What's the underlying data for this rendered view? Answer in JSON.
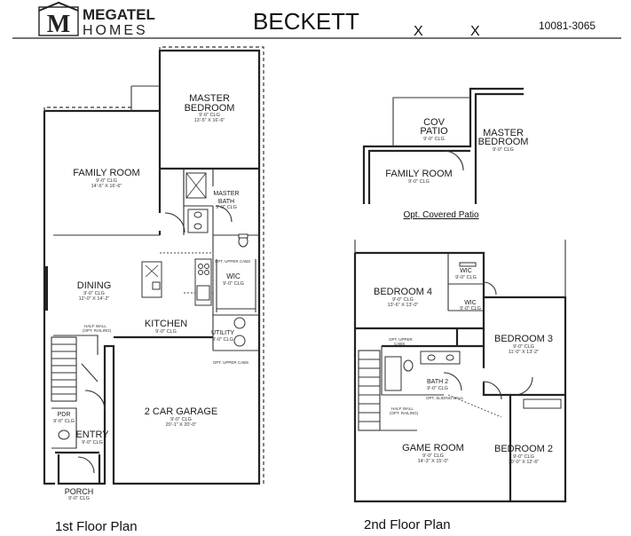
{
  "header": {
    "brand_top": "MEGATEL",
    "brand_bottom": "HOMES",
    "logo_mark": "M",
    "plan_name": "BECKETT",
    "mark_1": "X",
    "mark_2": "X",
    "plan_number": "10081-3065"
  },
  "first_floor": {
    "caption": "1st Floor Plan",
    "rooms": {
      "master_bedroom": {
        "name_1": "MASTER",
        "name_2": "BEDROOM",
        "clg": "9'-0\" CLG",
        "size": "13'-5\" X 16'-6\""
      },
      "family_room": {
        "name": "FAMILY ROOM",
        "clg": "9'-0\" CLG",
        "size": "14'-6\" X 16'-6\""
      },
      "master_bath": {
        "name_1": "MASTER",
        "name_2": "BATH",
        "clg": "9'-0\" CLG"
      },
      "dining": {
        "name": "DINING",
        "clg": "9'-0\" CLG",
        "size": "12'-0\" X 14'-2\""
      },
      "wic": {
        "name": "WIC",
        "clg": "9'-0\" CLG"
      },
      "kitchen": {
        "name": "KITCHEN",
        "clg": "9'-0\" CLG"
      },
      "utility": {
        "name": "UTILITY",
        "clg": "9'-0\" CLG"
      },
      "garage": {
        "name": "2 CAR GARAGE",
        "clg": "9'-0\" CLG",
        "size": "20'-1\" X 20'-0\""
      },
      "pdr": {
        "name": "PDR",
        "clg": "9'-0\" CLG"
      },
      "entry": {
        "name": "ENTRY",
        "clg": "9'-0\" CLG"
      },
      "porch": {
        "name": "PORCH",
        "clg": "9'-0\" CLG"
      }
    },
    "notes": {
      "upper_cabs_1": "OPT. UPPER CABS",
      "upper_cabs_2": "OPT. UPPER CABS",
      "half_wall_1": "HALF WALL",
      "half_wall_2": "(OPT. RAILING)"
    }
  },
  "patio_option": {
    "caption": "Opt. Covered Patio",
    "rooms": {
      "cov_patio": {
        "name_1": "COV",
        "name_2": "PATIO",
        "clg": "9'-0\" CLG"
      },
      "family_room": {
        "name": "FAMILY ROOM",
        "clg": "9'-0\" CLG"
      },
      "master_bedroom": {
        "name_1": "MASTER",
        "name_2": "BEDROOM",
        "clg": "9'-0\" CLG"
      }
    }
  },
  "second_floor": {
    "caption": "2nd Floor Plan",
    "rooms": {
      "bedroom_4": {
        "name": "BEDROOM 4",
        "clg": "9'-0\" CLG",
        "size": "13'-6\" X 13'-0\""
      },
      "wic_1": {
        "name": "WIC",
        "clg": "9'-0\" CLG"
      },
      "wic_2": {
        "name": "WIC",
        "clg": "9'-0\" CLG"
      },
      "bedroom_3": {
        "name": "BEDROOM 3",
        "clg": "9'-0\" CLG",
        "size": "11'-0\" X 13'-2\""
      },
      "bath_2": {
        "name": "BATH 2",
        "clg": "9'-0\" CLG"
      },
      "game_room": {
        "name": "GAME ROOM",
        "clg": "9'-0\" CLG",
        "size": "14'-3\" X 15'-0\""
      },
      "bedroom_2": {
        "name": "BEDROOM 2",
        "clg": "9'-0\" CLG",
        "size": "10'-0\" X 12'-6\""
      }
    },
    "notes": {
      "upper_cabs_1": "OPT. UPPER",
      "upper_cabs_2": "CABS",
      "sliding_wall": "OPT. SLIDING WALL",
      "half_wall_1": "HALF WALL",
      "half_wall_2": "(OPT. RAILING)"
    }
  }
}
